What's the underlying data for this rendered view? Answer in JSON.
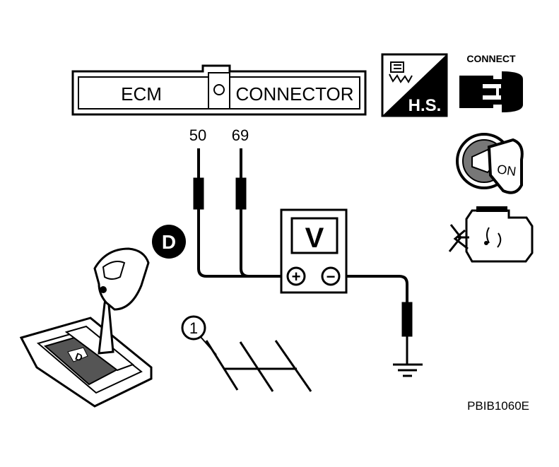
{
  "connector": {
    "left_label": "ECM",
    "right_label": "CONNECTOR"
  },
  "pins": {
    "positive": "50",
    "negative": "69"
  },
  "voltmeter": {
    "symbol": "V",
    "plus": "+",
    "minus": "−"
  },
  "badges": {
    "hs": "H.S.",
    "connect": "CONNECT",
    "on": "ON",
    "shift_position": "D",
    "shift_plate": "D",
    "callout": "1"
  },
  "figure_code": "PBIB1060E",
  "icons": [
    "hand-sensor-icon",
    "connector-icon",
    "ignition-key-icon",
    "engine-icon",
    "shift-lever-icon",
    "ground-icon"
  ],
  "colors": {
    "ink": "#000000",
    "paper": "#ffffff",
    "shade": "#555555"
  }
}
